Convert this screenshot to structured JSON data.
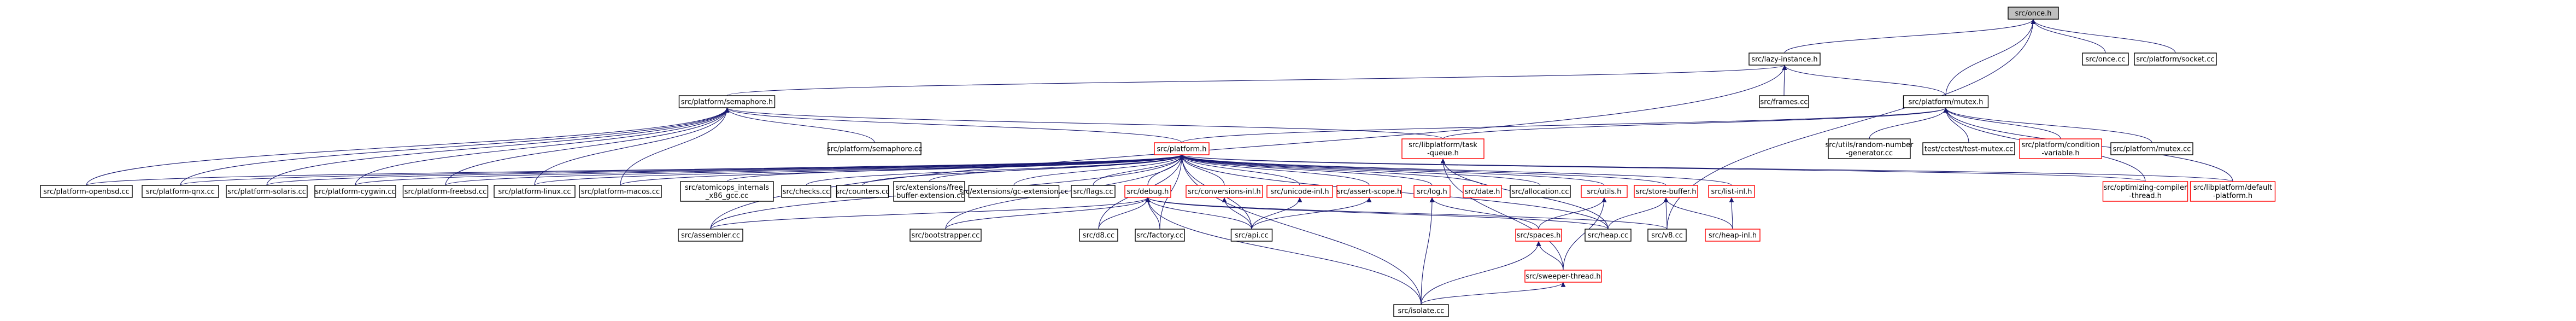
{
  "colors": {
    "edge": "#191970",
    "node_border_normal": "#000000",
    "node_border_red": "#ff0000",
    "node_fill": "#ffffff",
    "node_fill_root": "#bfbfbf",
    "text": "#000000"
  },
  "nodes": [
    {
      "id": "once",
      "lines": [
        "src/once.h"
      ],
      "style": "root"
    },
    {
      "id": "lazy",
      "lines": [
        "src/lazy-instance.h"
      ],
      "style": "normal"
    },
    {
      "id": "oncecc",
      "lines": [
        "src/once.cc"
      ],
      "style": "normal"
    },
    {
      "id": "socket",
      "lines": [
        "src/platform/socket.cc"
      ],
      "style": "normal"
    },
    {
      "id": "sem",
      "lines": [
        "src/platform/semaphore.h"
      ],
      "style": "normal"
    },
    {
      "id": "frames",
      "lines": [
        "src/frames.cc"
      ],
      "style": "normal"
    },
    {
      "id": "mutex",
      "lines": [
        "src/platform/mutex.h"
      ],
      "style": "normal"
    },
    {
      "id": "semcc",
      "lines": [
        "src/platform/semaphore.cc"
      ],
      "style": "normal"
    },
    {
      "id": "taskq",
      "lines": [
        "src/libplatform/task",
        "-queue.h"
      ],
      "style": "red"
    },
    {
      "id": "platform",
      "lines": [
        "src/platform.h"
      ],
      "style": "red"
    },
    {
      "id": "rng",
      "lines": [
        "src/utils/random-number",
        "-generator.cc"
      ],
      "style": "normal"
    },
    {
      "id": "testmutex",
      "lines": [
        "test/cctest/test-mutex.cc"
      ],
      "style": "normal"
    },
    {
      "id": "condvar",
      "lines": [
        "src/platform/condition",
        "-variable.h"
      ],
      "style": "red"
    },
    {
      "id": "mutexcc",
      "lines": [
        "src/platform/mutex.cc"
      ],
      "style": "normal"
    },
    {
      "id": "openbsd",
      "lines": [
        "src/platform-openbsd.cc"
      ],
      "style": "normal"
    },
    {
      "id": "qnx",
      "lines": [
        "src/platform-qnx.cc"
      ],
      "style": "normal"
    },
    {
      "id": "solaris",
      "lines": [
        "src/platform-solaris.cc"
      ],
      "style": "normal"
    },
    {
      "id": "cygwin",
      "lines": [
        "src/platform-cygwin.cc"
      ],
      "style": "normal"
    },
    {
      "id": "freebsd",
      "lines": [
        "src/platform-freebsd.cc"
      ],
      "style": "normal"
    },
    {
      "id": "linux",
      "lines": [
        "src/platform-linux.cc"
      ],
      "style": "normal"
    },
    {
      "id": "macos",
      "lines": [
        "src/platform-macos.cc"
      ],
      "style": "normal"
    },
    {
      "id": "atomic",
      "lines": [
        "src/atomicops_internals",
        "_x86_gcc.cc"
      ],
      "style": "normal"
    },
    {
      "id": "checks",
      "lines": [
        "src/checks.cc"
      ],
      "style": "normal"
    },
    {
      "id": "counters",
      "lines": [
        "src/counters.cc"
      ],
      "style": "normal"
    },
    {
      "id": "freebuf",
      "lines": [
        "src/extensions/free",
        "-buffer-extension.cc"
      ],
      "style": "normal"
    },
    {
      "id": "gcext",
      "lines": [
        "src/extensions/gc-extension.cc"
      ],
      "style": "normal"
    },
    {
      "id": "flags",
      "lines": [
        "src/flags.cc"
      ],
      "style": "normal"
    },
    {
      "id": "debug",
      "lines": [
        "src/debug.h"
      ],
      "style": "red"
    },
    {
      "id": "conv",
      "lines": [
        "src/conversions-inl.h"
      ],
      "style": "red"
    },
    {
      "id": "unicode",
      "lines": [
        "src/unicode-inl.h"
      ],
      "style": "red"
    },
    {
      "id": "assert",
      "lines": [
        "src/assert-scope.h"
      ],
      "style": "red"
    },
    {
      "id": "log",
      "lines": [
        "src/log.h"
      ],
      "style": "red"
    },
    {
      "id": "date",
      "lines": [
        "src/date.h"
      ],
      "style": "red"
    },
    {
      "id": "allocation",
      "lines": [
        "src/allocation.cc"
      ],
      "style": "normal"
    },
    {
      "id": "utils",
      "lines": [
        "src/utils.h"
      ],
      "style": "red"
    },
    {
      "id": "storebuf",
      "lines": [
        "src/store-buffer.h"
      ],
      "style": "red"
    },
    {
      "id": "listinl",
      "lines": [
        "src/list-inl.h"
      ],
      "style": "red"
    },
    {
      "id": "optcomp",
      "lines": [
        "src/optimizing-compiler",
        "-thread.h"
      ],
      "style": "red"
    },
    {
      "id": "defplat",
      "lines": [
        "src/libplatform/default",
        "-platform.h"
      ],
      "style": "red"
    },
    {
      "id": "assembler",
      "lines": [
        "src/assembler.cc"
      ],
      "style": "normal"
    },
    {
      "id": "bootstrapper",
      "lines": [
        "src/bootstrapper.cc"
      ],
      "style": "normal"
    },
    {
      "id": "d8",
      "lines": [
        "src/d8.cc"
      ],
      "style": "normal"
    },
    {
      "id": "factory",
      "lines": [
        "src/factory.cc"
      ],
      "style": "normal"
    },
    {
      "id": "api",
      "lines": [
        "src/api.cc"
      ],
      "style": "normal"
    },
    {
      "id": "spaces",
      "lines": [
        "src/spaces.h"
      ],
      "style": "red"
    },
    {
      "id": "heap",
      "lines": [
        "src/heap.cc"
      ],
      "style": "normal"
    },
    {
      "id": "v8",
      "lines": [
        "src/v8.cc"
      ],
      "style": "normal"
    },
    {
      "id": "heapinl",
      "lines": [
        "src/heap-inl.h"
      ],
      "style": "red"
    },
    {
      "id": "sweeper",
      "lines": [
        "src/sweeper-thread.h"
      ],
      "style": "red"
    },
    {
      "id": "isolate",
      "lines": [
        "src/isolate.cc"
      ],
      "style": "normal"
    }
  ],
  "edges": [
    [
      "lazy",
      "once"
    ],
    [
      "oncecc",
      "once"
    ],
    [
      "socket",
      "once"
    ],
    [
      "mutex",
      "once"
    ],
    [
      "v8",
      "once"
    ],
    [
      "sem",
      "lazy"
    ],
    [
      "frames",
      "lazy"
    ],
    [
      "mutex",
      "lazy"
    ],
    [
      "assembler",
      "lazy"
    ],
    [
      "semcc",
      "sem"
    ],
    [
      "taskq",
      "sem"
    ],
    [
      "openbsd",
      "sem"
    ],
    [
      "qnx",
      "sem"
    ],
    [
      "solaris",
      "sem"
    ],
    [
      "cygwin",
      "sem"
    ],
    [
      "freebsd",
      "sem"
    ],
    [
      "linux",
      "sem"
    ],
    [
      "macos",
      "sem"
    ],
    [
      "platform",
      "sem"
    ],
    [
      "platform",
      "mutex"
    ],
    [
      "taskq",
      "mutex"
    ],
    [
      "rng",
      "mutex"
    ],
    [
      "testmutex",
      "mutex"
    ],
    [
      "condvar",
      "mutex"
    ],
    [
      "mutexcc",
      "mutex"
    ],
    [
      "optcomp",
      "mutex"
    ],
    [
      "defplat",
      "mutex"
    ],
    [
      "openbsd",
      "platform"
    ],
    [
      "qnx",
      "platform"
    ],
    [
      "solaris",
      "platform"
    ],
    [
      "cygwin",
      "platform"
    ],
    [
      "freebsd",
      "platform"
    ],
    [
      "linux",
      "platform"
    ],
    [
      "macos",
      "platform"
    ],
    [
      "atomic",
      "platform"
    ],
    [
      "checks",
      "platform"
    ],
    [
      "counters",
      "platform"
    ],
    [
      "freebuf",
      "platform"
    ],
    [
      "gcext",
      "platform"
    ],
    [
      "flags",
      "platform"
    ],
    [
      "debug",
      "platform"
    ],
    [
      "conv",
      "platform"
    ],
    [
      "unicode",
      "platform"
    ],
    [
      "assert",
      "platform"
    ],
    [
      "log",
      "platform"
    ],
    [
      "date",
      "platform"
    ],
    [
      "allocation",
      "platform"
    ],
    [
      "utils",
      "platform"
    ],
    [
      "storebuf",
      "platform"
    ],
    [
      "listinl",
      "platform"
    ],
    [
      "optcomp",
      "platform"
    ],
    [
      "defplat",
      "platform"
    ],
    [
      "assembler",
      "platform"
    ],
    [
      "bootstrapper",
      "platform"
    ],
    [
      "d8",
      "platform"
    ],
    [
      "factory",
      "platform"
    ],
    [
      "api",
      "platform"
    ],
    [
      "heap",
      "platform"
    ],
    [
      "isolate",
      "platform"
    ],
    [
      "sweeper",
      "taskq"
    ],
    [
      "heap",
      "taskq"
    ],
    [
      "assembler",
      "debug"
    ],
    [
      "bootstrapper",
      "debug"
    ],
    [
      "d8",
      "debug"
    ],
    [
      "factory",
      "debug"
    ],
    [
      "api",
      "debug"
    ],
    [
      "isolate",
      "debug"
    ],
    [
      "heap",
      "debug"
    ],
    [
      "v8",
      "debug"
    ],
    [
      "api",
      "conv"
    ],
    [
      "api",
      "unicode"
    ],
    [
      "api",
      "assert"
    ],
    [
      "isolate",
      "log"
    ],
    [
      "spaces",
      "log"
    ],
    [
      "spaces",
      "utils"
    ],
    [
      "sweeper",
      "utils"
    ],
    [
      "heap",
      "storebuf"
    ],
    [
      "v8",
      "storebuf"
    ],
    [
      "heapinl",
      "storebuf"
    ],
    [
      "heapinl",
      "listinl"
    ],
    [
      "isolate",
      "spaces"
    ],
    [
      "sweeper",
      "spaces"
    ],
    [
      "isolate",
      "sweeper"
    ]
  ]
}
